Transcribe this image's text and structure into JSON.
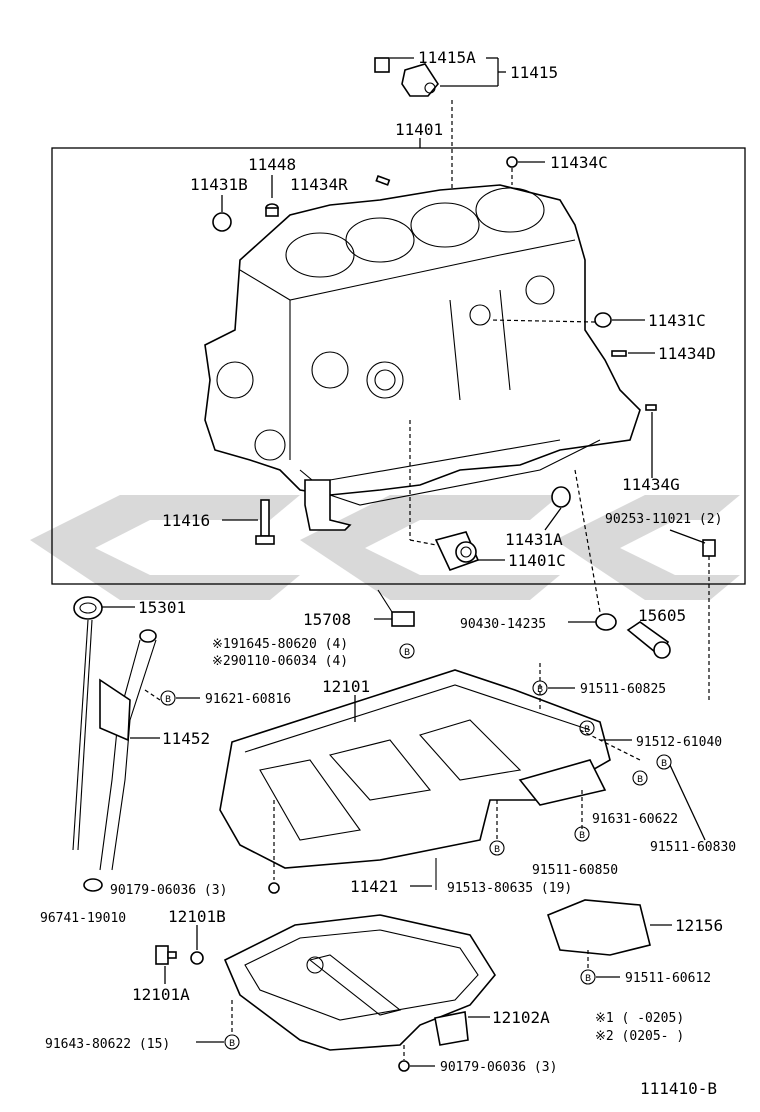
{
  "diagram_code": "111410-B",
  "watermark_text": "",
  "colors": {
    "ink": "#000000",
    "watermark": "#b9b9b9",
    "background": "#ffffff"
  },
  "labels": {
    "p11415A": "11415A",
    "p11415": "11415",
    "p11401": "11401",
    "p11448": "11448",
    "p11431B": "11431B",
    "p11434R": "11434R",
    "p11434C": "11434C",
    "p11431C": "11431C",
    "p11434D": "11434D",
    "p11434G": "11434G",
    "p11416": "11416",
    "p11431A": "11431A",
    "p11401C": "11401C",
    "p90253": "90253-11021 (2)",
    "p15301": "15301",
    "p15708": "15708",
    "p191645": "※191645-80620 (4)",
    "p290110": "※290110-06034 (4)",
    "p90430": "90430-14235",
    "p15605": "15605",
    "p12101": "12101",
    "p91621": "91621-60816",
    "p91511_60825": "91511-60825",
    "p11452": "11452",
    "p91512": "91512-61040",
    "p91631": "91631-60622",
    "p91511_60830": "91511-60830",
    "p91511_60850": "91511-60850",
    "p90179_a": "90179-06036 (3)",
    "p11421": "11421",
    "p91513": "91513-80635 (19)",
    "p96741": "96741-19010",
    "p12101B": "12101B",
    "p12156": "12156",
    "p91511_60612": "91511-60612",
    "p12101A": "12101A",
    "p12102A": "12102A",
    "p91643": "91643-80622 (15)",
    "p90179_b": "90179-06036 (3)",
    "note1": "※1 (      -0205)",
    "note2": "※2 (0205-      )"
  }
}
